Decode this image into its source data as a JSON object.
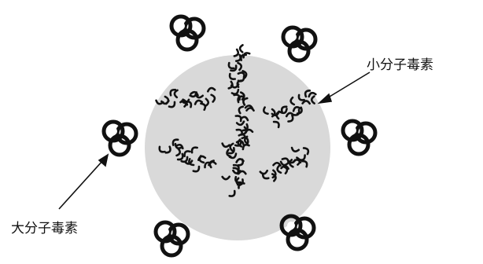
{
  "labels": {
    "small_molecule_toxin": "小分子毒素",
    "large_molecule_toxin": "大分子毒素"
  },
  "colors": {
    "membrane": "#d9d9d9",
    "ink": "#111111",
    "background": "#ffffff"
  },
  "icons": {
    "large_toxin": "three-loop-ring-cluster",
    "small_toxin": "crescent-fragment-cluster"
  }
}
